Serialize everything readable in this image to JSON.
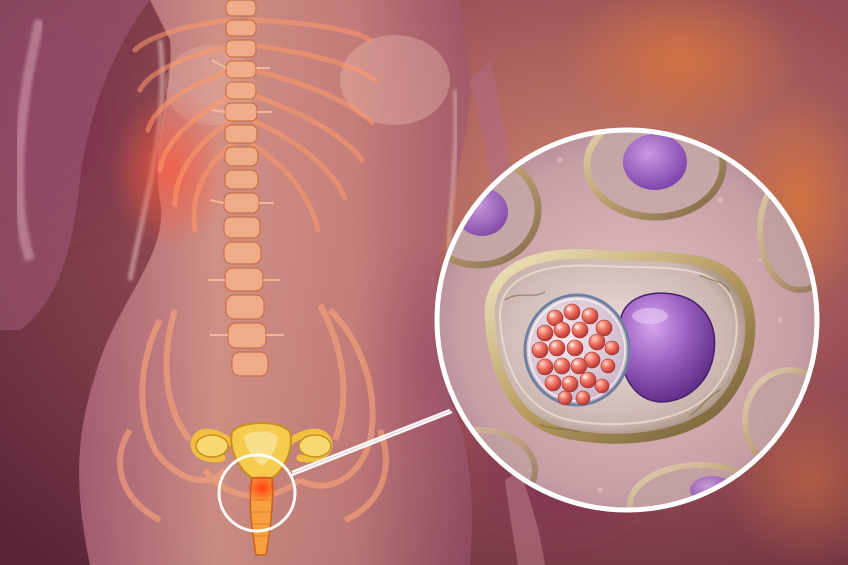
{
  "image": {
    "kind": "medical-illustration",
    "colors": {
      "background": "#7a3a45",
      "body_glow": "#e9a79a",
      "skeleton": "#f0a070",
      "reproductive_organs": "#f2c040",
      "infection_focus": "#ff5a2a",
      "magnifier_ring": "#ffffff",
      "host_cell_membrane": "#c9b88a",
      "parasite_inclusion": "#f07060",
      "cell_nucleus": "#9a5fc0",
      "microscopic_background": "#c99aa0"
    },
    "elements": [
      "female-torso",
      "spine",
      "rib-cage",
      "pelvis",
      "uterus",
      "fallopian-tubes",
      "ovaries",
      "cervix-highlight",
      "magnifier-callout",
      "infected-epithelial-cell",
      "chlamydial-inclusion-body",
      "host-cell-nucleus",
      "neighbor-cells"
    ]
  }
}
